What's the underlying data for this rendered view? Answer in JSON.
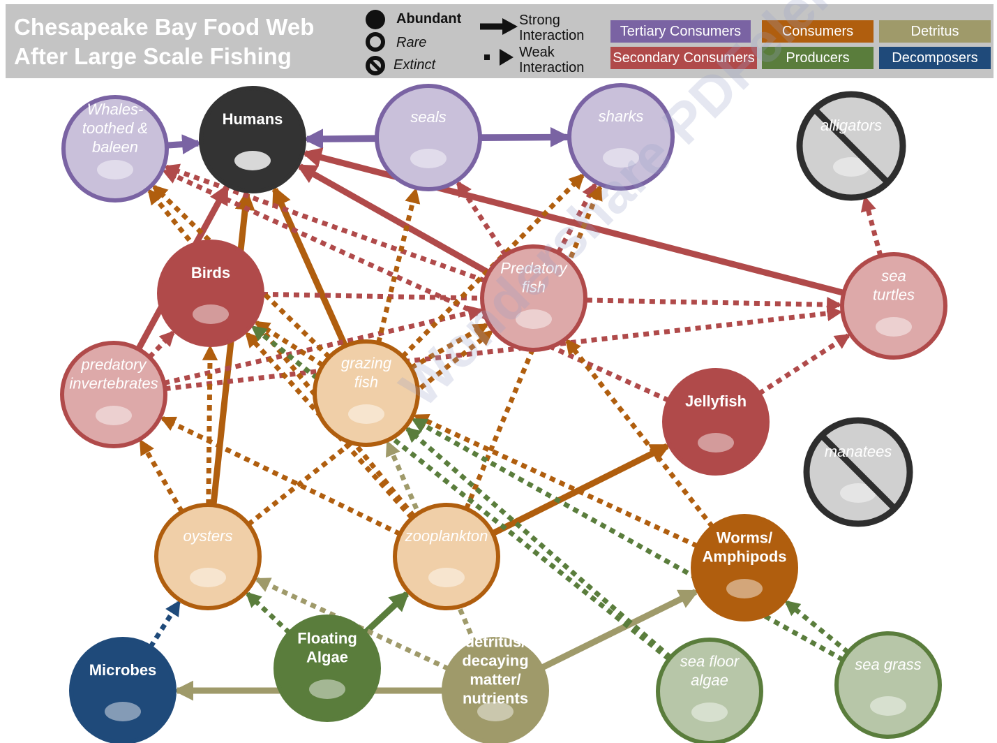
{
  "title": {
    "line1": "Chesapeake Bay Food Web",
    "line2": "After Large Scale Fishing"
  },
  "legend": {
    "abundant": "Abundant",
    "rare": "Rare",
    "extinct": "Extinct",
    "strong": [
      "Strong",
      "Interaction"
    ],
    "weak": [
      "Weak",
      "Interaction"
    ]
  },
  "categories": [
    {
      "label": "Tertiary Consumers",
      "color": "#7a63a3"
    },
    {
      "label": "Consumers",
      "color": "#b05e0e"
    },
    {
      "label": "Detritus",
      "color": "#9f9a6a"
    },
    {
      "label": "Secondary Consumers",
      "color": "#b04a4a"
    },
    {
      "label": "Producers",
      "color": "#5a7d3c"
    },
    {
      "label": "Decomposers",
      "color": "#1f4a7a"
    }
  ],
  "nodes": [
    {
      "id": "whales",
      "lines": [
        "Whales-",
        "toothed &",
        "baleen"
      ],
      "group": "tertiary",
      "status": "rare",
      "icon": "whale-icon"
    },
    {
      "id": "humans",
      "lines": [
        "Humans"
      ],
      "group": "human",
      "status": "abundant",
      "icon": "human-icon"
    },
    {
      "id": "seals",
      "lines": [
        "seals"
      ],
      "group": "tertiary",
      "status": "rare",
      "icon": "seal-icon"
    },
    {
      "id": "sharks",
      "lines": [
        "sharks"
      ],
      "group": "tertiary",
      "status": "rare",
      "icon": "shark-icon"
    },
    {
      "id": "alligators",
      "lines": [
        "alligators"
      ],
      "group": "extinct",
      "status": "extinct",
      "icon": "alligator-icon"
    },
    {
      "id": "birds",
      "lines": [
        "Birds"
      ],
      "group": "secondary",
      "status": "abundant",
      "icon": "bird-icon"
    },
    {
      "id": "predfish",
      "lines": [
        "Predatory",
        "fish"
      ],
      "group": "secondary",
      "status": "rare",
      "icon": "fish-icon"
    },
    {
      "id": "turtles",
      "lines": [
        "sea",
        "turtles"
      ],
      "group": "secondary",
      "status": "rare",
      "icon": "turtle-icon"
    },
    {
      "id": "predinv",
      "lines": [
        "predatory",
        "invertebrates"
      ],
      "group": "secondary",
      "status": "rare",
      "icon": "crab-icon"
    },
    {
      "id": "grazing",
      "lines": [
        "grazing",
        "fish"
      ],
      "group": "consumer",
      "status": "rare",
      "icon": "fish-icon"
    },
    {
      "id": "jelly",
      "lines": [
        "Jellyfish"
      ],
      "group": "secondary",
      "status": "abundant",
      "icon": "jellyfish-icon"
    },
    {
      "id": "manatees",
      "lines": [
        "manatees"
      ],
      "group": "extinct",
      "status": "extinct",
      "icon": "manatee-icon"
    },
    {
      "id": "oysters",
      "lines": [
        "oysters"
      ],
      "group": "consumer",
      "status": "rare",
      "icon": "oyster-icon"
    },
    {
      "id": "zoo",
      "lines": [
        "zooplankton"
      ],
      "group": "consumer",
      "status": "rare",
      "icon": "zooplankton-icon"
    },
    {
      "id": "worms",
      "lines": [
        "Worms/",
        "Amphipods"
      ],
      "group": "consumer",
      "status": "abundant",
      "icon": "worm-icon"
    },
    {
      "id": "microbes",
      "lines": [
        "Microbes"
      ],
      "group": "decomposer",
      "status": "abundant",
      "icon": "microbe-icon"
    },
    {
      "id": "algae",
      "lines": [
        "Floating",
        "Algae"
      ],
      "group": "producer",
      "status": "abundant",
      "icon": "algae-icon"
    },
    {
      "id": "detritus",
      "lines": [
        "detritus/",
        "decaying",
        "matter/",
        "nutrients"
      ],
      "group": "detritus",
      "status": "abundant",
      "icon": "detritus-icon"
    },
    {
      "id": "seafloor",
      "lines": [
        "sea floor",
        "algae"
      ],
      "group": "producer",
      "status": "rare",
      "icon": "seaweed-icon"
    },
    {
      "id": "seagrass",
      "lines": [
        "sea grass"
      ],
      "group": "producer",
      "status": "rare",
      "icon": "seagrass-icon"
    }
  ],
  "edges": [
    {
      "from": "seals",
      "to": "humans",
      "strength": "strong",
      "group": "tertiary"
    },
    {
      "from": "sharks",
      "to": "humans",
      "strength": "strong",
      "group": "tertiary"
    },
    {
      "from": "seals",
      "to": "sharks",
      "strength": "strong",
      "group": "tertiary"
    },
    {
      "from": "whales",
      "to": "humans",
      "strength": "strong",
      "group": "tertiary"
    },
    {
      "from": "predfish",
      "to": "humans",
      "strength": "strong",
      "group": "secondary"
    },
    {
      "from": "turtles",
      "to": "humans",
      "strength": "strong",
      "group": "secondary"
    },
    {
      "from": "predinv",
      "to": "humans",
      "strength": "strong",
      "group": "secondary"
    },
    {
      "from": "oysters",
      "to": "humans",
      "strength": "strong",
      "group": "consumer"
    },
    {
      "from": "grazing",
      "to": "humans",
      "strength": "strong",
      "group": "consumer"
    },
    {
      "from": "zoo",
      "to": "jelly",
      "strength": "strong",
      "group": "consumer"
    },
    {
      "from": "algae",
      "to": "zoo",
      "strength": "strong",
      "group": "producer"
    },
    {
      "from": "detritus",
      "to": "worms",
      "strength": "strong",
      "group": "detritus"
    },
    {
      "from": "detritus",
      "to": "microbes",
      "strength": "strong",
      "group": "detritus"
    },
    {
      "from": "turtles",
      "to": "alligators",
      "strength": "weak",
      "group": "secondary"
    },
    {
      "from": "predfish",
      "to": "sharks",
      "strength": "weak",
      "group": "secondary"
    },
    {
      "from": "predfish",
      "to": "whales",
      "strength": "weak",
      "group": "secondary"
    },
    {
      "from": "predfish",
      "to": "seals",
      "strength": "weak",
      "group": "secondary"
    },
    {
      "from": "jelly",
      "to": "turtles",
      "strength": "weak",
      "group": "secondary"
    },
    {
      "from": "jelly",
      "to": "whales",
      "strength": "weak",
      "group": "secondary"
    },
    {
      "from": "predinv",
      "to": "birds",
      "strength": "weak",
      "group": "secondary"
    },
    {
      "from": "predinv",
      "to": "predfish",
      "strength": "weak",
      "group": "secondary"
    },
    {
      "from": "predinv",
      "to": "turtles",
      "strength": "weak",
      "group": "secondary"
    },
    {
      "from": "birds",
      "to": "turtles",
      "strength": "weak",
      "group": "secondary"
    },
    {
      "from": "grazing",
      "to": "sharks",
      "strength": "weak",
      "group": "consumer"
    },
    {
      "from": "grazing",
      "to": "seals",
      "strength": "weak",
      "group": "consumer"
    },
    {
      "from": "grazing",
      "to": "whales",
      "strength": "weak",
      "group": "consumer"
    },
    {
      "from": "grazing",
      "to": "birds",
      "strength": "weak",
      "group": "consumer"
    },
    {
      "from": "grazing",
      "to": "predfish",
      "strength": "weak",
      "group": "consumer"
    },
    {
      "from": "oysters",
      "to": "birds",
      "strength": "weak",
      "group": "consumer"
    },
    {
      "from": "oysters",
      "to": "predinv",
      "strength": "weak",
      "group": "consumer"
    },
    {
      "from": "oysters",
      "to": "predfish",
      "strength": "weak",
      "group": "consumer"
    },
    {
      "from": "zoo",
      "to": "predinv",
      "strength": "weak",
      "group": "consumer"
    },
    {
      "from": "zoo",
      "to": "birds",
      "strength": "weak",
      "group": "consumer"
    },
    {
      "from": "zoo",
      "to": "whales",
      "strength": "weak",
      "group": "consumer"
    },
    {
      "from": "zoo",
      "to": "sharks",
      "strength": "weak",
      "group": "consumer"
    },
    {
      "from": "worms",
      "to": "predfish",
      "strength": "weak",
      "group": "consumer"
    },
    {
      "from": "worms",
      "to": "grazing",
      "strength": "weak",
      "group": "consumer"
    },
    {
      "from": "algae",
      "to": "oysters",
      "strength": "weak",
      "group": "producer"
    },
    {
      "from": "seafloor",
      "to": "birds",
      "strength": "weak",
      "group": "producer"
    },
    {
      "from": "seafloor",
      "to": "grazing",
      "strength": "weak",
      "group": "producer"
    },
    {
      "from": "seagrass",
      "to": "worms",
      "strength": "weak",
      "group": "producer"
    },
    {
      "from": "seagrass",
      "to": "grazing",
      "strength": "weak",
      "group": "producer"
    },
    {
      "from": "detritus",
      "to": "grazing",
      "strength": "weak",
      "group": "detritus"
    },
    {
      "from": "detritus",
      "to": "oysters",
      "strength": "weak",
      "group": "detritus"
    },
    {
      "from": "microbes",
      "to": "oysters",
      "strength": "weak",
      "group": "decomposer"
    }
  ],
  "watermark": "Wondershare PDFelement"
}
